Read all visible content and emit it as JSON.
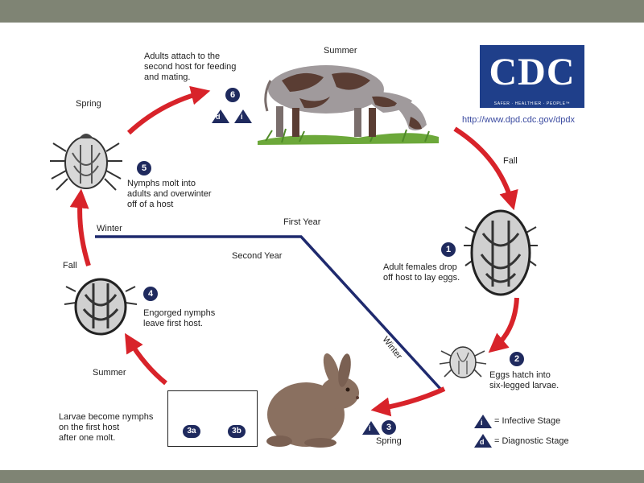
{
  "logo": {
    "text": "CDC",
    "tagline": "SAFER · HEALTHIER · PEOPLE™",
    "url": "http://www.dpd.cdc.gov/dpdx"
  },
  "colors": {
    "arrow": "#d8232a",
    "timeline": "#1f2a6e",
    "badge": "#1f2a5e",
    "cdc_blue": "#1f3f8a"
  },
  "seasons": {
    "summer_top": "Summer",
    "fall_right": "Fall",
    "spring_left": "Spring",
    "fall_left": "Fall",
    "summer_bottom": "Summer",
    "spring_bottom": "Spring"
  },
  "timeline": {
    "winter_left": "Winter",
    "first_year": "First Year",
    "second_year": "Second Year",
    "winter_diag": "Winter"
  },
  "steps": {
    "s1": {
      "num": "1",
      "text": [
        "Adult females drop",
        "off host to lay eggs."
      ]
    },
    "s2": {
      "num": "2",
      "text": [
        "Eggs hatch into",
        "six-legged larvae."
      ]
    },
    "s3": {
      "num": "3",
      "box_a": "3a",
      "box_b": "3b",
      "text": [
        "Larvae become nymphs",
        "on the first host",
        "after one molt."
      ]
    },
    "s4": {
      "num": "4",
      "text": [
        "Engorged nymphs",
        "leave first host."
      ]
    },
    "s5": {
      "num": "5",
      "text": [
        "Nymphs molt into",
        "adults and overwinter",
        "off of a host"
      ]
    },
    "s6": {
      "num": "6",
      "text": [
        "Adults attach to the",
        "second host for feeding",
        "and mating."
      ]
    }
  },
  "legend": {
    "infective_symbol": "i",
    "infective": "= Infective Stage",
    "diagnostic_symbol": "d",
    "diagnostic": "= Diagnostic Stage"
  }
}
